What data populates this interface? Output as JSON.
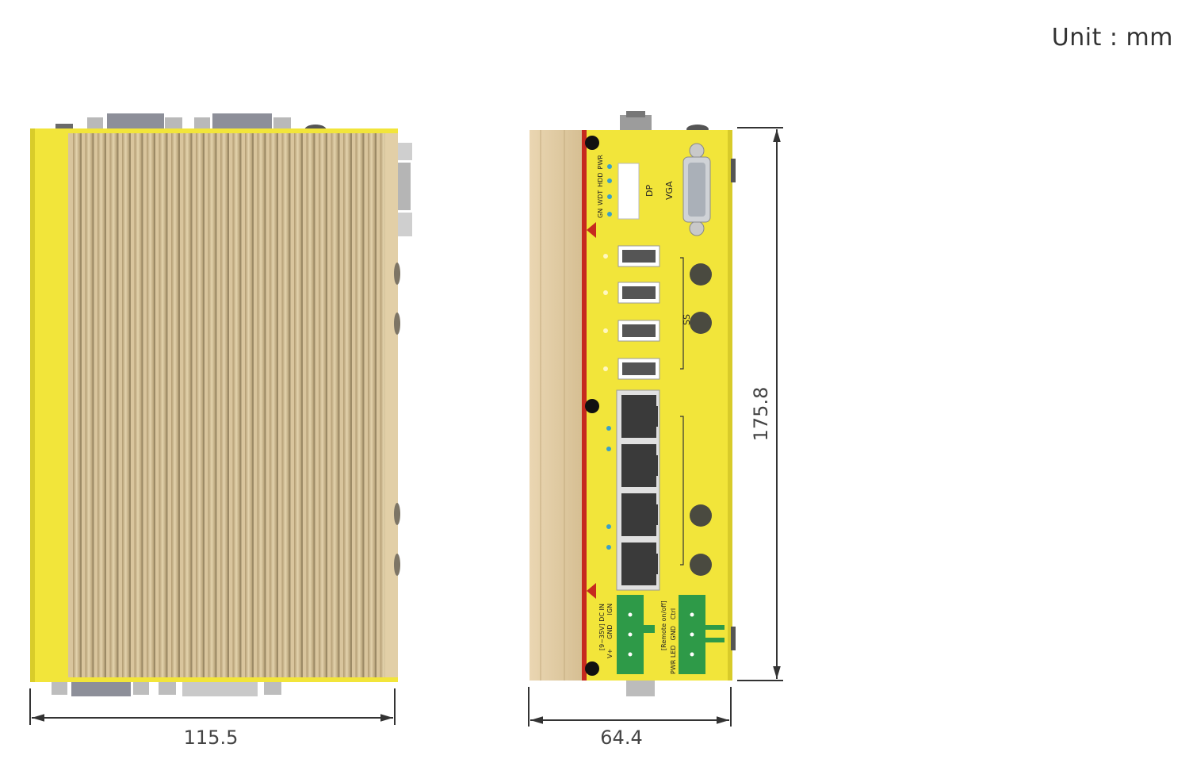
{
  "unit_label": "Unit : mm",
  "dimensions": {
    "width": "115.5",
    "depth": "64.4",
    "height": "175.8"
  },
  "front_panel": {
    "dp_label": "DP",
    "vga_label": "VGA",
    "led_labels": [
      "PWR",
      "HDD",
      "WDT",
      "GN"
    ],
    "usb_label": "SS",
    "power_labels": [
      "V+",
      "GND",
      "IGN"
    ],
    "power_title": "[9~35V] DC IN",
    "remote_labels": [
      "PWR LED",
      "GND",
      "Ctrl"
    ],
    "remote_title": "[Remote on/off]"
  },
  "colors": {
    "body_yellow": "#f2e53a",
    "heatsink": "#d8c49a",
    "accent_red": "#c62a1f",
    "terminal_green": "#2e9a48",
    "dimension_line": "#333333"
  }
}
